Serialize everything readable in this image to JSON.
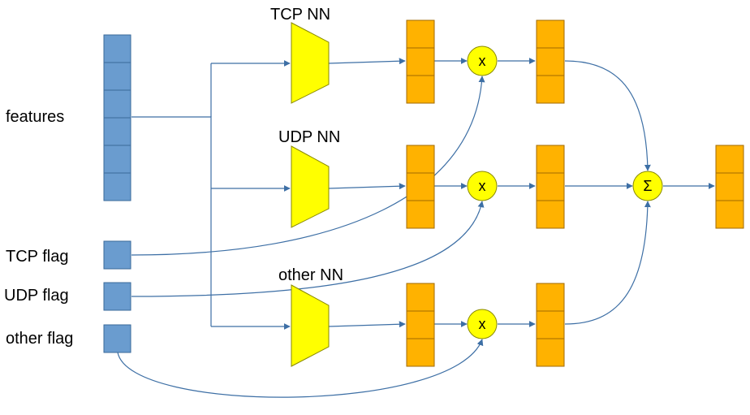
{
  "labels": {
    "features": "features",
    "tcp_flag": "TCP flag",
    "udp_flag": "UDP flag",
    "other_flag": "other flag"
  },
  "networks": {
    "tcp": "TCP NN",
    "udp": "UDP NN",
    "other": "other NN"
  },
  "operators": {
    "multiply": "x",
    "sum": "Σ"
  },
  "colors": {
    "input_block": "#6a9ccf",
    "input_border": "#3a6a9a",
    "network": "#ffff00",
    "network_border": "#8a8a00",
    "output_block": "#ffb200",
    "output_border": "#a06a00",
    "operator": "#ffff00",
    "arrow": "#3d6fa5"
  }
}
